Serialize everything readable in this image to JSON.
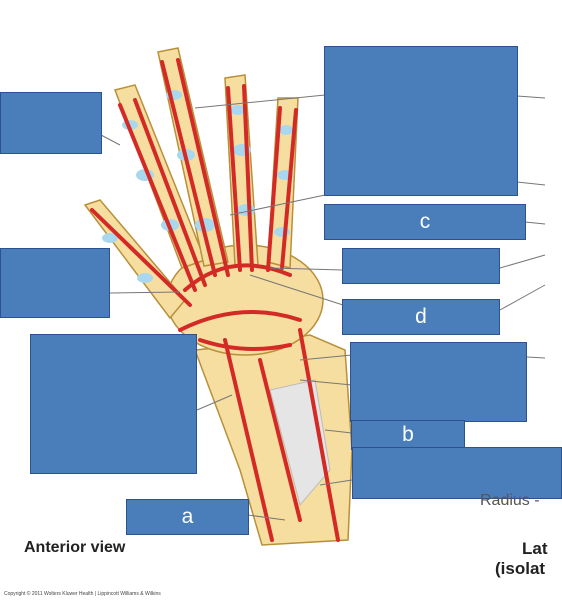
{
  "figure": {
    "view_label": "Anterior view",
    "right_label_line1": "Lat",
    "right_label_line2": "(isolat",
    "partial_bone_label": "Radius -",
    "copyright": "Copyright © 2011 Wolters Kluwer Health | Lippincott Williams & Wilkins"
  },
  "labels": {
    "a": "a",
    "b": "b",
    "c": "c",
    "d": "d"
  },
  "colors": {
    "label_box": "#4a7ebb",
    "bone": "#f6dea0",
    "artery": "#d42a26",
    "cartilage": "#a9d8ee"
  }
}
